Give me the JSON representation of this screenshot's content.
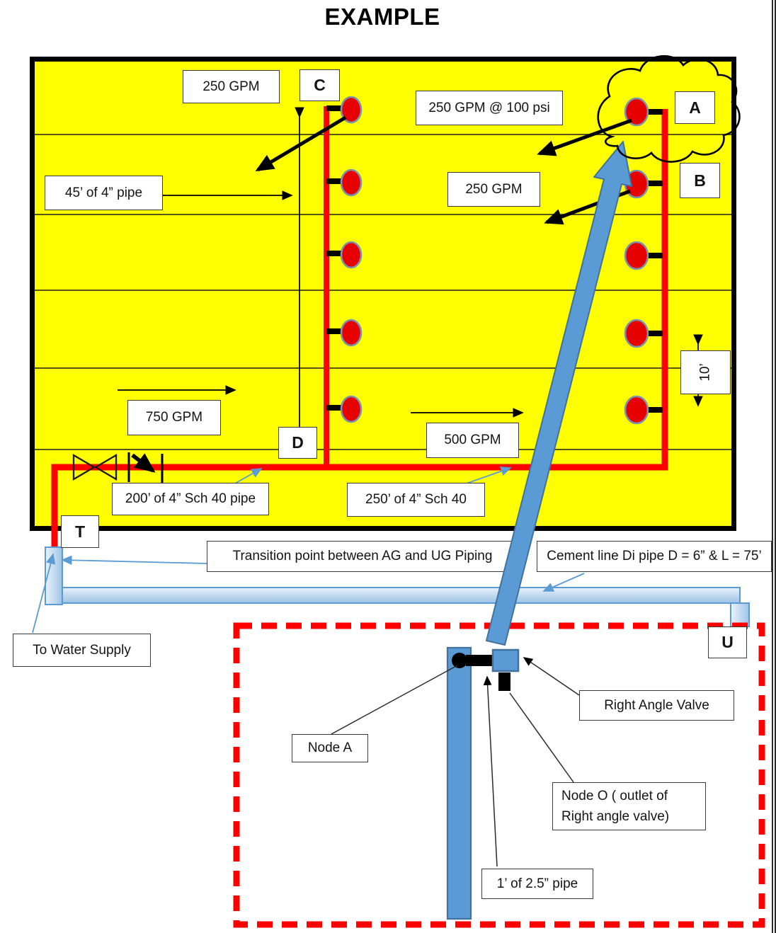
{
  "title": "EXAMPLE",
  "plan": {
    "flow_labels": {
      "branch_c": "250 GPM",
      "sprinkler_a": "250 GPM @ 100 psi",
      "branch_b": "250 GPM",
      "main_left": "750 GPM",
      "main_right": "500 GPM"
    },
    "pipe_labels": {
      "riser_cd": "45’ of 4” pipe",
      "main_left": "200’ of 4” Sch 40 pipe",
      "main_right": "250’ of 4” Sch 40",
      "head_spacing": "10’"
    },
    "node_tags": {
      "a": "A",
      "b": "B",
      "c": "C",
      "d": "D",
      "t": "T",
      "u": "U"
    }
  },
  "underground": {
    "transition_label": "Transition point between AG and UG Piping",
    "cement_label": "Cement line Di pipe D = 6” & L = 75’",
    "water_supply_label": "To Water Supply"
  },
  "detail": {
    "node_a_label": "Node A",
    "valve_label": "Right Angle Valve",
    "node_o_line1": "Node O ( outlet of",
    "node_o_line2": "Right angle valve)",
    "pipe_label": "1’ of 2.5” pipe"
  },
  "colors": {
    "highlight_yellow": "#FFFF00",
    "pipe_red": "#FF0000",
    "sprinkler_red": "#E60000",
    "arrow_blue": "#5B9BD5",
    "underground_fill": "#BDD7EE"
  }
}
